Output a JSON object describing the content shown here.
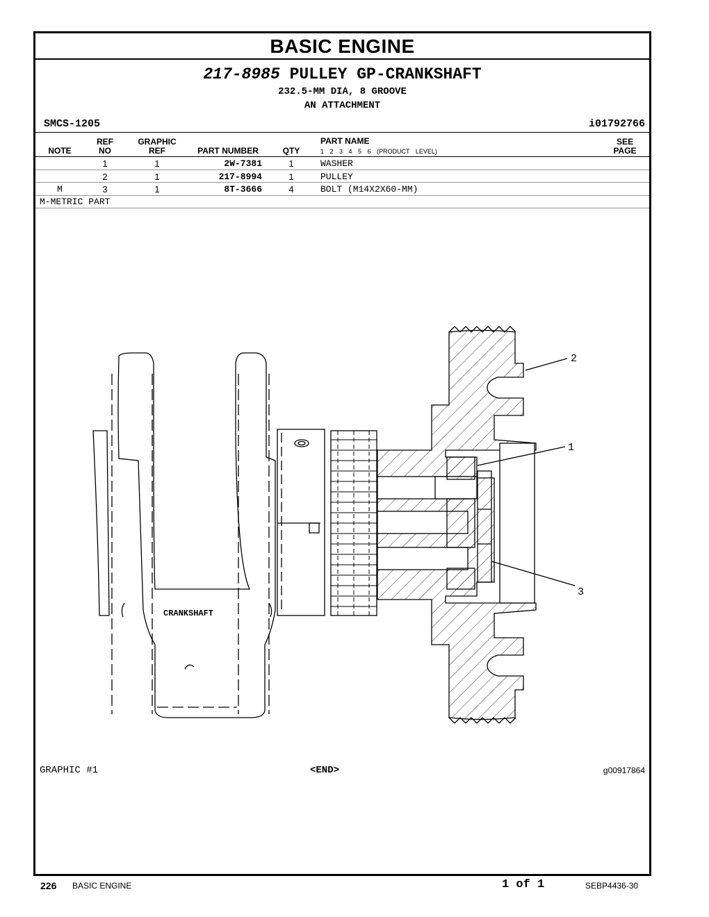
{
  "section_title": "BASIC  ENGINE",
  "group": {
    "part_number": "217-8985",
    "name": "PULLEY GP-CRANKSHAFT",
    "line1": "232.5-MM DIA, 8 GROOVE",
    "line2": "AN ATTACHMENT"
  },
  "smcs": "SMCS-1205",
  "info_id": "i01792766",
  "table": {
    "headers": {
      "note": "NOTE",
      "ref_top": "REF",
      "ref_bottom": "NO",
      "graphic_top": "GRAPHIC",
      "graphic_bottom": "REF",
      "part_number": "PART NUMBER",
      "qty": "QTY",
      "part_name": "PART NAME",
      "product_levels": "1   2   3   4   5   6   (PRODUCT LEVEL)",
      "see_top": "SEE",
      "see_bottom": "PAGE"
    },
    "rows": [
      {
        "note": "",
        "ref": "1",
        "graphic": "1",
        "part_number": "2W-7381",
        "qty": "1",
        "name": "WASHER"
      },
      {
        "note": "",
        "ref": "2",
        "graphic": "1",
        "part_number": "217-8994",
        "qty": "1",
        "name": "PULLEY"
      },
      {
        "note": "M",
        "ref": "3",
        "graphic": "1",
        "part_number": "8T-3666",
        "qty": "4",
        "name": "BOLT (M14X2X60-MM)"
      }
    ],
    "footnote": "M-METRIC PART"
  },
  "illustration": {
    "crankshaft_label": "CRANKSHAFT",
    "callouts": [
      "2",
      "1",
      "3"
    ]
  },
  "graphic_label": "GRAPHIC #1",
  "end_label": "<END>",
  "graphic_number": "g00917864",
  "footer": {
    "page": "226",
    "section": "BASIC ENGINE",
    "page_of": "1 of 1",
    "doc_id": "SEBP4436-30"
  }
}
